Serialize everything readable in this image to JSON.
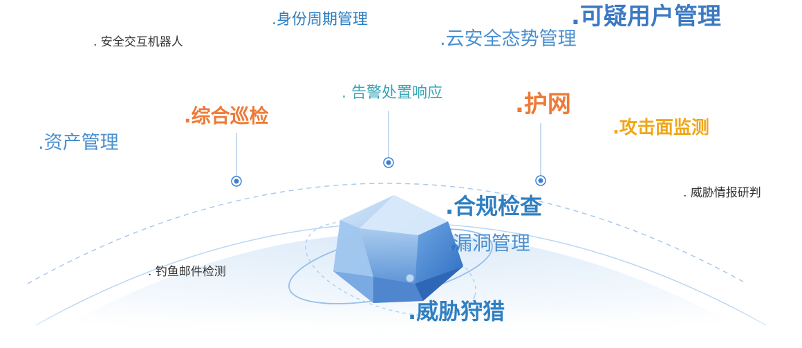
{
  "labels": {
    "identity_lifecycle": ".身份周期管理",
    "suspicious_user": ".可疑用户管理",
    "security_bot": ". 安全交互机器人",
    "cloud_posture": ".云安全态势管理",
    "alert_response": ". 告警处置响应",
    "patrol": ".综合巡检",
    "hw": ".护网",
    "attack_surface": ".攻击面监测",
    "asset_mgmt": ".资产管理",
    "threat_intel": ". 威胁情报研判",
    "compliance": ".合规检查",
    "vuln_mgmt": ".漏洞管理",
    "phishing": ". 钓鱼邮件检测",
    "threat_hunting": ".威胁狩猎"
  },
  "colors": {
    "blue": "#2f7fc1",
    "light_blue": "#4a8fd0",
    "teal": "#37a6b6",
    "orange": "#ee7a36",
    "yellow": "#f0a618",
    "arc": "#b9d6f3"
  },
  "icons": {
    "center": "blue-polyhedron-crystal-icon",
    "markers": "blue-dot-pin-icon"
  }
}
